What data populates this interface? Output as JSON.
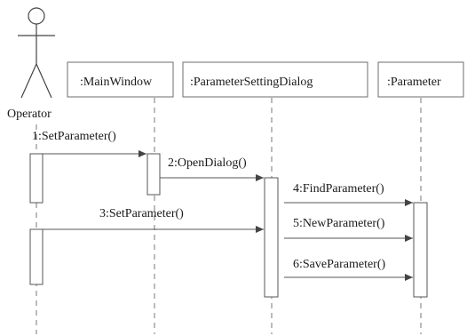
{
  "diagram": {
    "actor": {
      "label": "Operator",
      "icon": "stick-figure-icon"
    },
    "objects": {
      "main_window": ":MainWindow",
      "parameter_setting_dialog": ":ParameterSettingDialog",
      "parameter": ":Parameter"
    },
    "messages": {
      "m1": "1:SetParameter()",
      "m2": "2:OpenDialog()",
      "m3": "3:SetParameter()",
      "m4": "4:FindParameter()",
      "m5": "5:NewParameter()",
      "m6": "6:SaveParameter()"
    }
  }
}
